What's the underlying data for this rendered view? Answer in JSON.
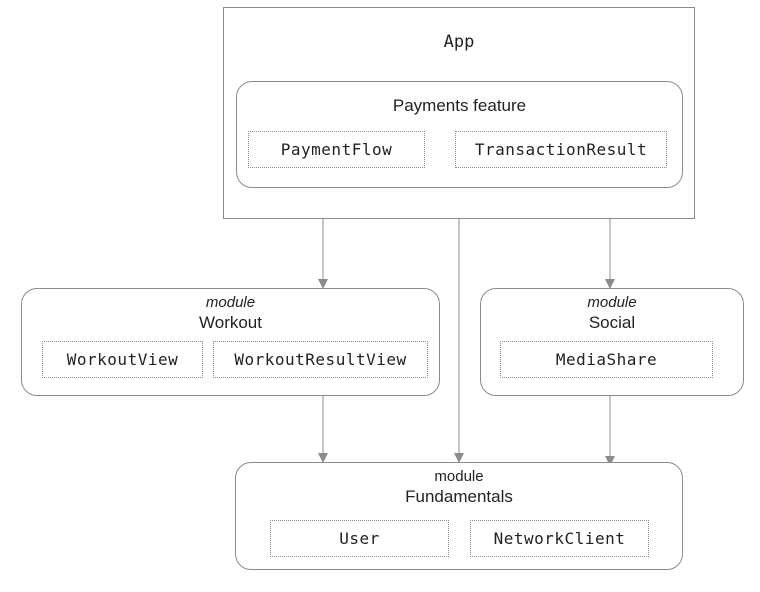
{
  "app": {
    "title": "App"
  },
  "payments": {
    "title": "Payments feature",
    "items": [
      "PaymentFlow",
      "TransactionResult"
    ]
  },
  "workout": {
    "stereotype": "module",
    "title": "Workout",
    "items": [
      "WorkoutView",
      "WorkoutResultView"
    ]
  },
  "social": {
    "stereotype": "module",
    "title": "Social",
    "items": [
      "MediaShare"
    ]
  },
  "fundamentals": {
    "stereotype": "module",
    "title": "Fundamentals",
    "items": [
      "User",
      "NetworkClient"
    ]
  },
  "colors": {
    "line": "#8c8c8c",
    "text": "#222222",
    "background": "#ffffff"
  }
}
